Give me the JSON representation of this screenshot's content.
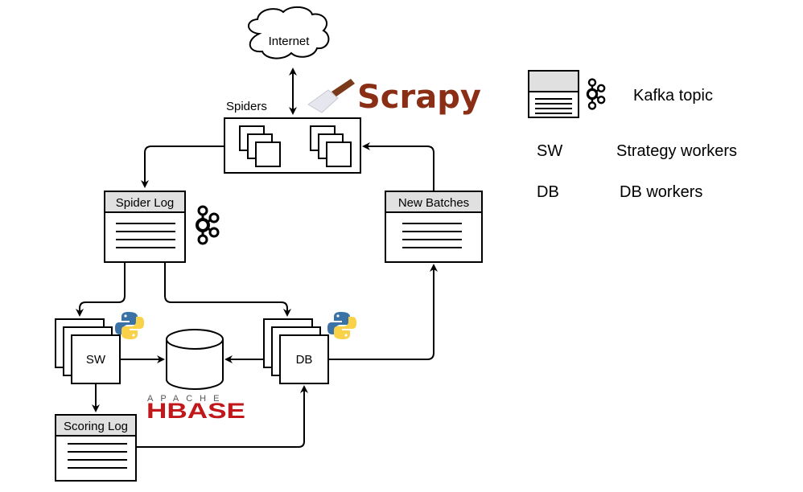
{
  "diagram": {
    "nodes": {
      "internet": {
        "label": "Internet"
      },
      "spiders": {
        "label": "Spiders"
      },
      "scrapy": {
        "label": "Scrapy"
      },
      "spider_log": {
        "label": "Spider Log"
      },
      "new_batches": {
        "label": "New Batches"
      },
      "sw": {
        "label": "SW"
      },
      "db": {
        "label": "DB"
      },
      "scoring_log": {
        "label": "Scoring Log"
      },
      "hbase": {
        "apache": "APACHE",
        "label": "HBASE"
      }
    },
    "legend": {
      "kafka": {
        "label": "Kafka topic"
      },
      "sw": {
        "abbr": "SW",
        "label": "Strategy workers"
      },
      "db": {
        "abbr": "DB",
        "label": "DB workers"
      }
    },
    "edges": [
      {
        "from": "internet",
        "to": "spiders",
        "bidirectional": true
      },
      {
        "from": "spiders",
        "to": "spider_log"
      },
      {
        "from": "new_batches",
        "to": "spiders"
      },
      {
        "from": "spider_log",
        "to": "sw"
      },
      {
        "from": "spider_log",
        "to": "db"
      },
      {
        "from": "sw",
        "to": "hbase"
      },
      {
        "from": "db",
        "to": "hbase"
      },
      {
        "from": "db",
        "to": "new_batches"
      },
      {
        "from": "sw",
        "to": "scoring_log"
      },
      {
        "from": "scoring_log",
        "to": "db"
      }
    ],
    "colors": {
      "topic_header": "#e0e0e0",
      "scrapy": "#8b2e16",
      "hbase": "#c0181b",
      "python_blue": "#3a72a6",
      "python_yellow": "#f9d24a"
    }
  }
}
